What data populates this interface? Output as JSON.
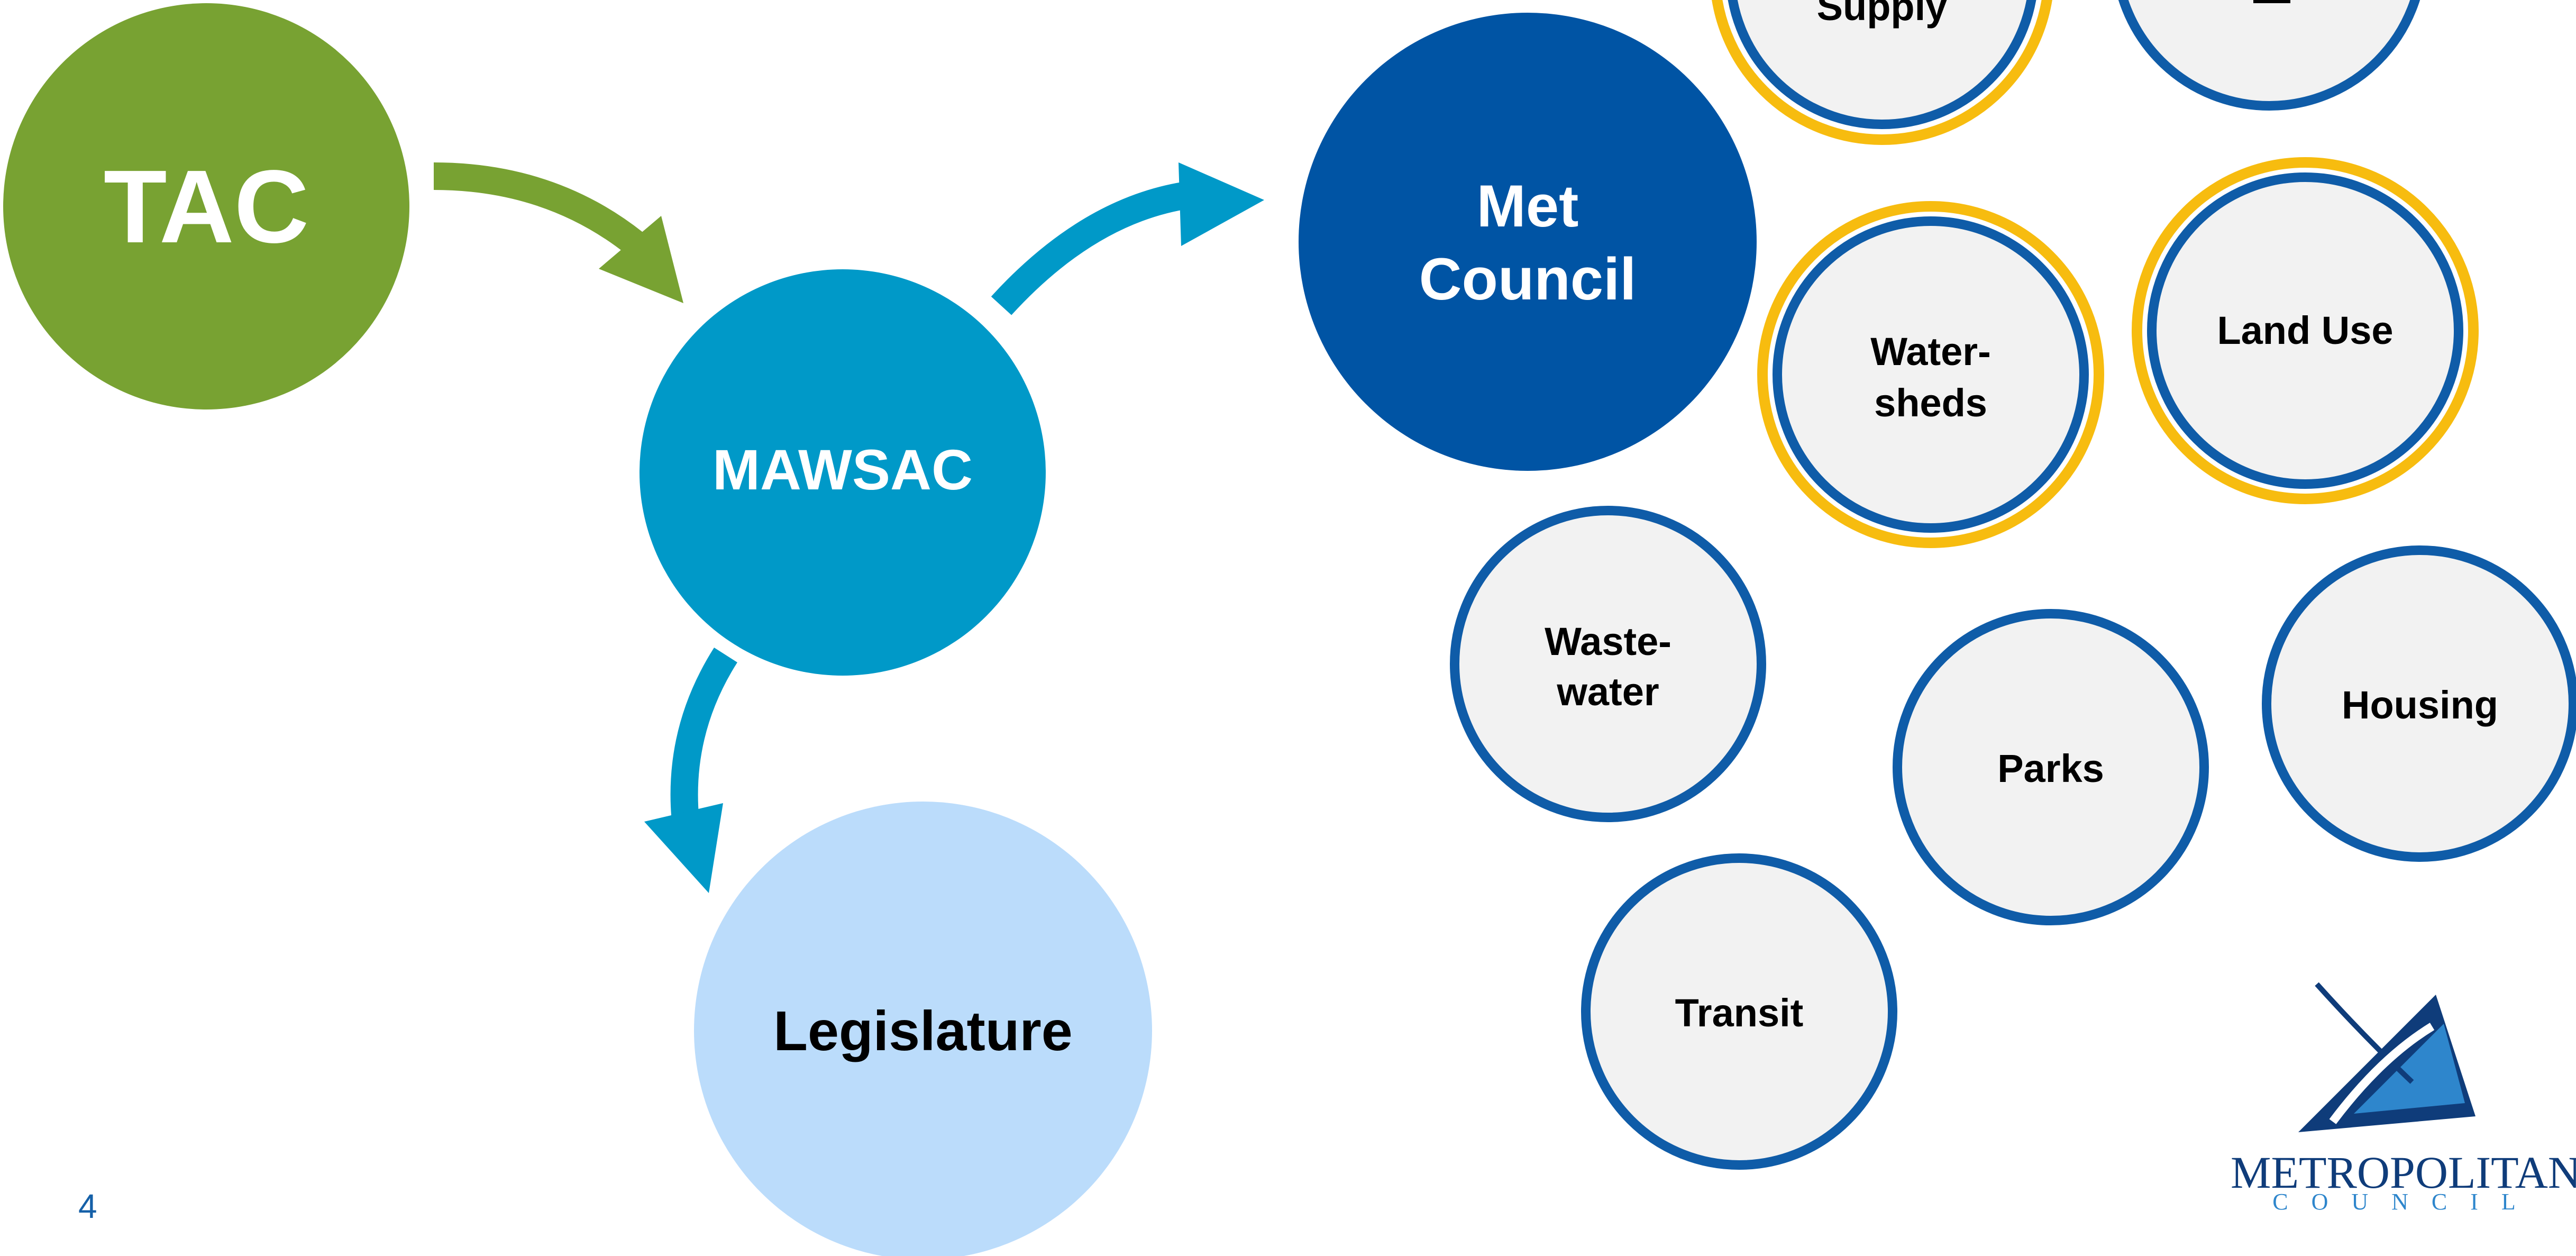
{
  "nodes": {
    "tac": {
      "label": "TAC"
    },
    "mawsac": {
      "label": "MAWSAC"
    },
    "legislature": {
      "label": "Legislature"
    },
    "met_council": {
      "label_lines": [
        "Met",
        "Council"
      ]
    }
  },
  "topics": {
    "water_supply": {
      "label": "Supply"
    },
    "watersheds": {
      "label_lines": [
        "Water-",
        "sheds"
      ]
    },
    "land_use": {
      "label": "Land Use"
    },
    "wastewater": {
      "label_lines": [
        "Waste-",
        "water"
      ]
    },
    "parks": {
      "label": "Parks"
    },
    "housing": {
      "label": "Housing"
    },
    "transit": {
      "label": "Transit"
    }
  },
  "page_number": "4",
  "logo": {
    "line1": "METROPOLITAN",
    "line2": "COUNCIL"
  },
  "colors": {
    "tac_green": "#78A232",
    "mawsac_blue": "#0099C8",
    "legislature_light": "#BBDCFB",
    "met_council_navy": "#0054A4",
    "topic_fill": "#F2F2F2",
    "topic_ring_blue": "#0F5CA8",
    "topic_ring_gold": "#F7BC0F",
    "page_num_blue": "#1560A8"
  }
}
